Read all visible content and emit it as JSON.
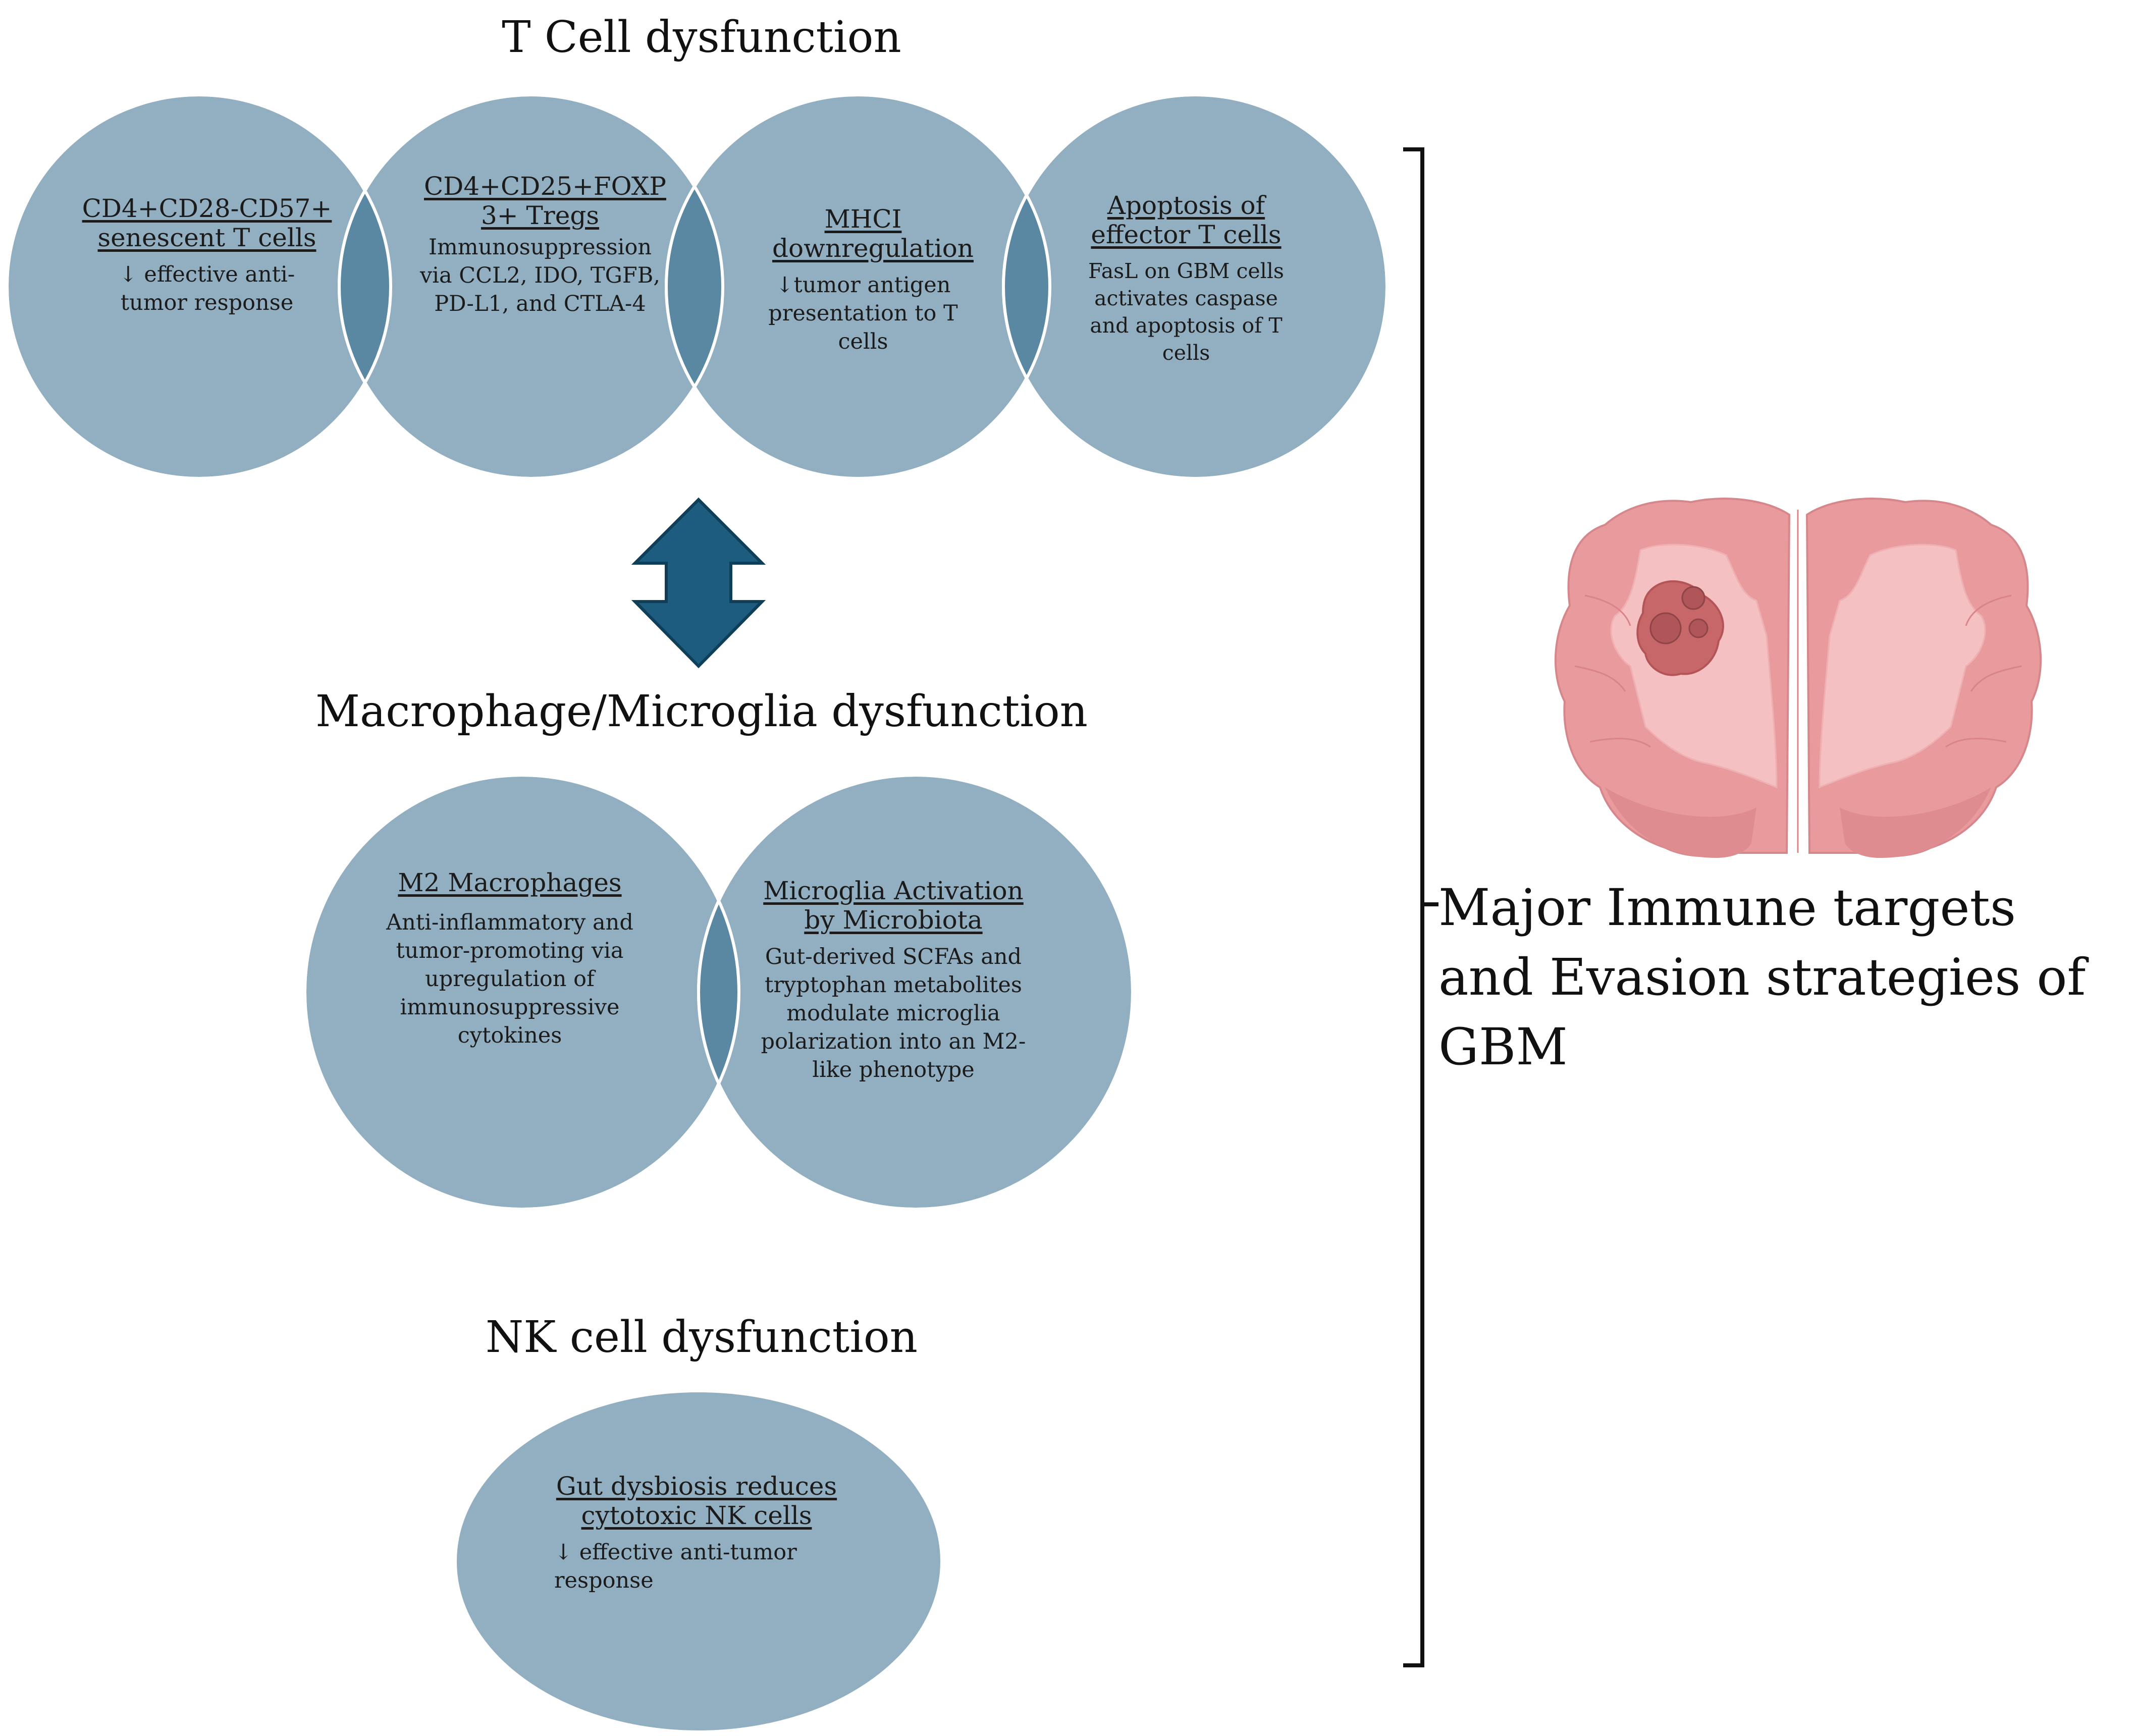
{
  "sections": {
    "t_cell": {
      "title": "T Cell dysfunction",
      "circles": [
        {
          "title": "CD4+CD28-CD57+ senescent T cells",
          "body": "↓ effective anti-tumor response"
        },
        {
          "title": "CD4+CD25+FOXP 3+ Tregs",
          "body": "Immunosuppression via CCL2, IDO, TGFB, PD-L1, and CTLA-4"
        },
        {
          "title": "MHCI downregulation",
          "body": "↓tumor antigen presentation to T cells"
        },
        {
          "title": "Apoptosis of effector T cells",
          "body": "FasL on GBM cells activates caspase and apoptosis of T cells"
        }
      ]
    },
    "macrophage": {
      "title": "Macrophage/Microglia dysfunction",
      "circles": [
        {
          "title": "M2 Macrophages",
          "body": "Anti-inflammatory and tumor-promoting via upregulation of immunosuppressive cytokines"
        },
        {
          "title": "Microglia Activation by Microbiota",
          "body": "Gut-derived SCFAs and tryptophan metabolites modulate microglia polarization into an M2-like phenotype"
        }
      ]
    },
    "nk_cell": {
      "title": "NK cell dysfunction",
      "circles": [
        {
          "title": "Gut dysbiosis reduces cytotoxic NK cells",
          "body": "↓ effective anti-tumor response"
        }
      ]
    }
  },
  "main_label": "Major Immune targets and Evasion strategies of GBM",
  "colors": {
    "circle_fill": "#92afc1",
    "overlap_fill": "#5a87a2",
    "circle_stroke": "#ffffff",
    "arrow_fill": "#1d5c7f",
    "arrow_stroke": "#0f3e58",
    "brain_outer": "#e99a9d",
    "brain_inner": "#f5c0c1",
    "tumor": "#c8676a"
  },
  "icons": {
    "arrow": "double-vertical-arrow-icon",
    "brain": "brain-tumor-icon",
    "bracket": "right-bracket"
  }
}
